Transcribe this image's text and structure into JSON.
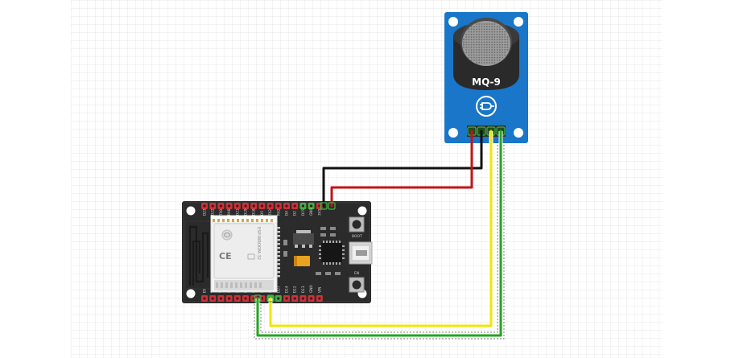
{
  "sensor": {
    "model_label": "MQ-9",
    "color": "#1976c8"
  },
  "esp32": {
    "module_marking": "ESP-WROOM-32",
    "ce_mark": "CE",
    "boot_label": "BOOT",
    "en_label": "EN",
    "board_color": "#2b2b2b",
    "top_pins": [
      "D23",
      "D22",
      "TX0",
      "RX0",
      "D21",
      "D19",
      "D18",
      "D5",
      "TX2",
      "RX2",
      "D4",
      "D2",
      "D15",
      "GND",
      "3V3"
    ],
    "bottom_pins": [
      "EN",
      "VP",
      "VN",
      "D34",
      "D35",
      "D32",
      "D33",
      "D25",
      "D26",
      "D27",
      "D14",
      "D12",
      "D13",
      "GND",
      "VIN"
    ]
  },
  "wire_colors": {
    "vcc": "#c0141a",
    "gnd": "#111111",
    "aout": "#22a51e",
    "dout": "#f2e600"
  }
}
